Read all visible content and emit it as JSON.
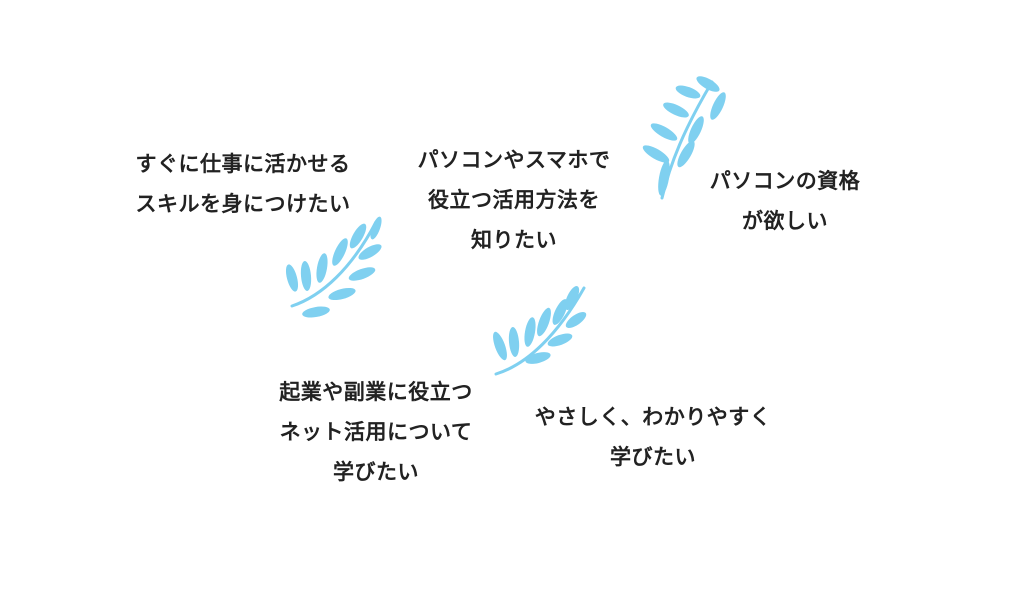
{
  "phrases": [
    {
      "lines": [
        "すぐに仕事に活かせる",
        "スキルを身につけたい"
      ]
    },
    {
      "lines": [
        "パソコンやスマホで",
        "役立つ活用方法を",
        "知りたい"
      ]
    },
    {
      "lines": [
        "パソコンの資格",
        "が欲しい"
      ]
    },
    {
      "lines": [
        "起業や副業に役立つ",
        "ネット活用について",
        "学びたい"
      ]
    },
    {
      "lines": [
        "やさしく、わかりやすく",
        "学びたい"
      ]
    }
  ],
  "decorations": [
    {
      "icon": "leaf-branch-icon"
    },
    {
      "icon": "leaf-branch-icon"
    },
    {
      "icon": "leaf-branch-icon"
    }
  ],
  "colors": {
    "leaf": "#7fd0f0",
    "text": "#222222",
    "background": "#ffffff"
  }
}
